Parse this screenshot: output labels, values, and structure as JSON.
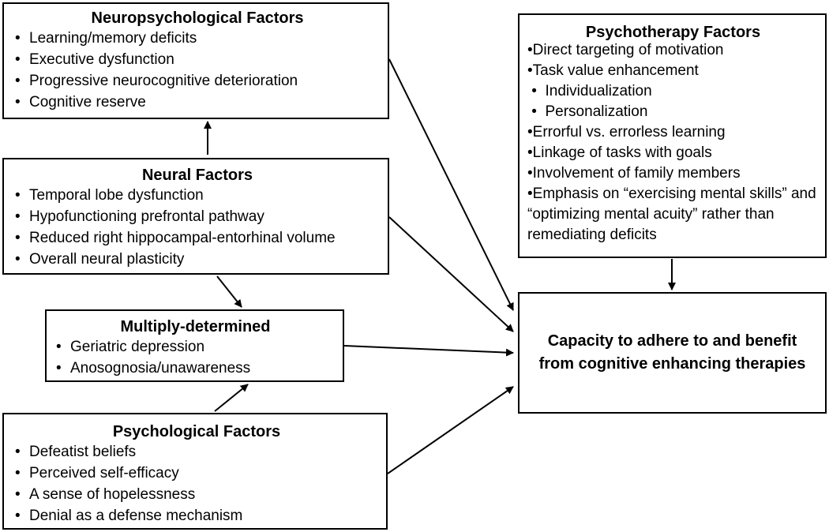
{
  "neuropsychological": {
    "title": "Neuropsychological Factors",
    "items": [
      "Learning/memory deficits",
      "Executive dysfunction",
      "Progressive neurocognitive deterioration",
      "Cognitive reserve"
    ]
  },
  "neural": {
    "title": "Neural Factors",
    "items": [
      "Temporal lobe dysfunction",
      "Hypofunctioning prefrontal pathway",
      "Reduced right hippocampal-entorhinal volume",
      "Overall neural plasticity"
    ]
  },
  "multiply_determined": {
    "title": "Multiply-determined",
    "items": [
      "Geriatric depression",
      "Anosognosia/unawareness"
    ]
  },
  "psychological": {
    "title": "Psychological Factors",
    "items": [
      "Defeatist beliefs",
      "Perceived self-efficacy",
      "A sense of hopelessness",
      "Denial as a defense mechanism"
    ]
  },
  "psychotherapy": {
    "title": "Psychotherapy Factors",
    "items": [
      "•Direct targeting of motivation",
      "•Task value enhancement",
      " •  Individualization",
      " •  Personalization",
      "•Errorful vs. errorless learning",
      "•Linkage of tasks with goals",
      "•Involvement of family members",
      "•Emphasis on “exercising mental skills” and “optimizing mental acuity” rather than remediating deficits"
    ]
  },
  "outcome": {
    "text": "Capacity to adhere to and benefit from cognitive enhancing therapies"
  },
  "bullet_glyph": "•",
  "colors": {
    "stroke": "#000000",
    "background": "#ffffff"
  }
}
